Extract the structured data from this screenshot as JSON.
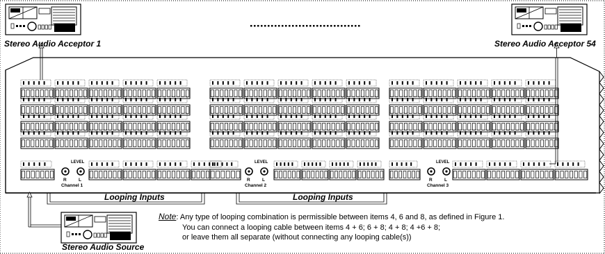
{
  "acceptor_left": {
    "label": "Stereo Audio Acceptor 1"
  },
  "acceptor_right": {
    "label": "Stereo Audio Acceptor 54"
  },
  "source": {
    "label": "Stereo Audio Source"
  },
  "looping_inputs": [
    "Looping Inputs",
    "Looping Inputs"
  ],
  "panel": {
    "level_label": "LEVEL",
    "channels": [
      {
        "name": "Channel 1",
        "r": "R",
        "l": "L"
      },
      {
        "name": "Channel 2",
        "r": "R",
        "l": "L"
      },
      {
        "name": "Channel 3",
        "r": "R",
        "l": "L"
      }
    ]
  },
  "note": {
    "title": "Note",
    "line1": "Any type of looping combination is permissible between items 4, 6 and 8, as defined in Figure 1.",
    "line2": "You can connect a looping cable between items 4 + 6; 6 + 8; 4 + 8; 4 +6 + 8;",
    "line3": "or leave them all separate (without connecting any looping cable(s))"
  }
}
